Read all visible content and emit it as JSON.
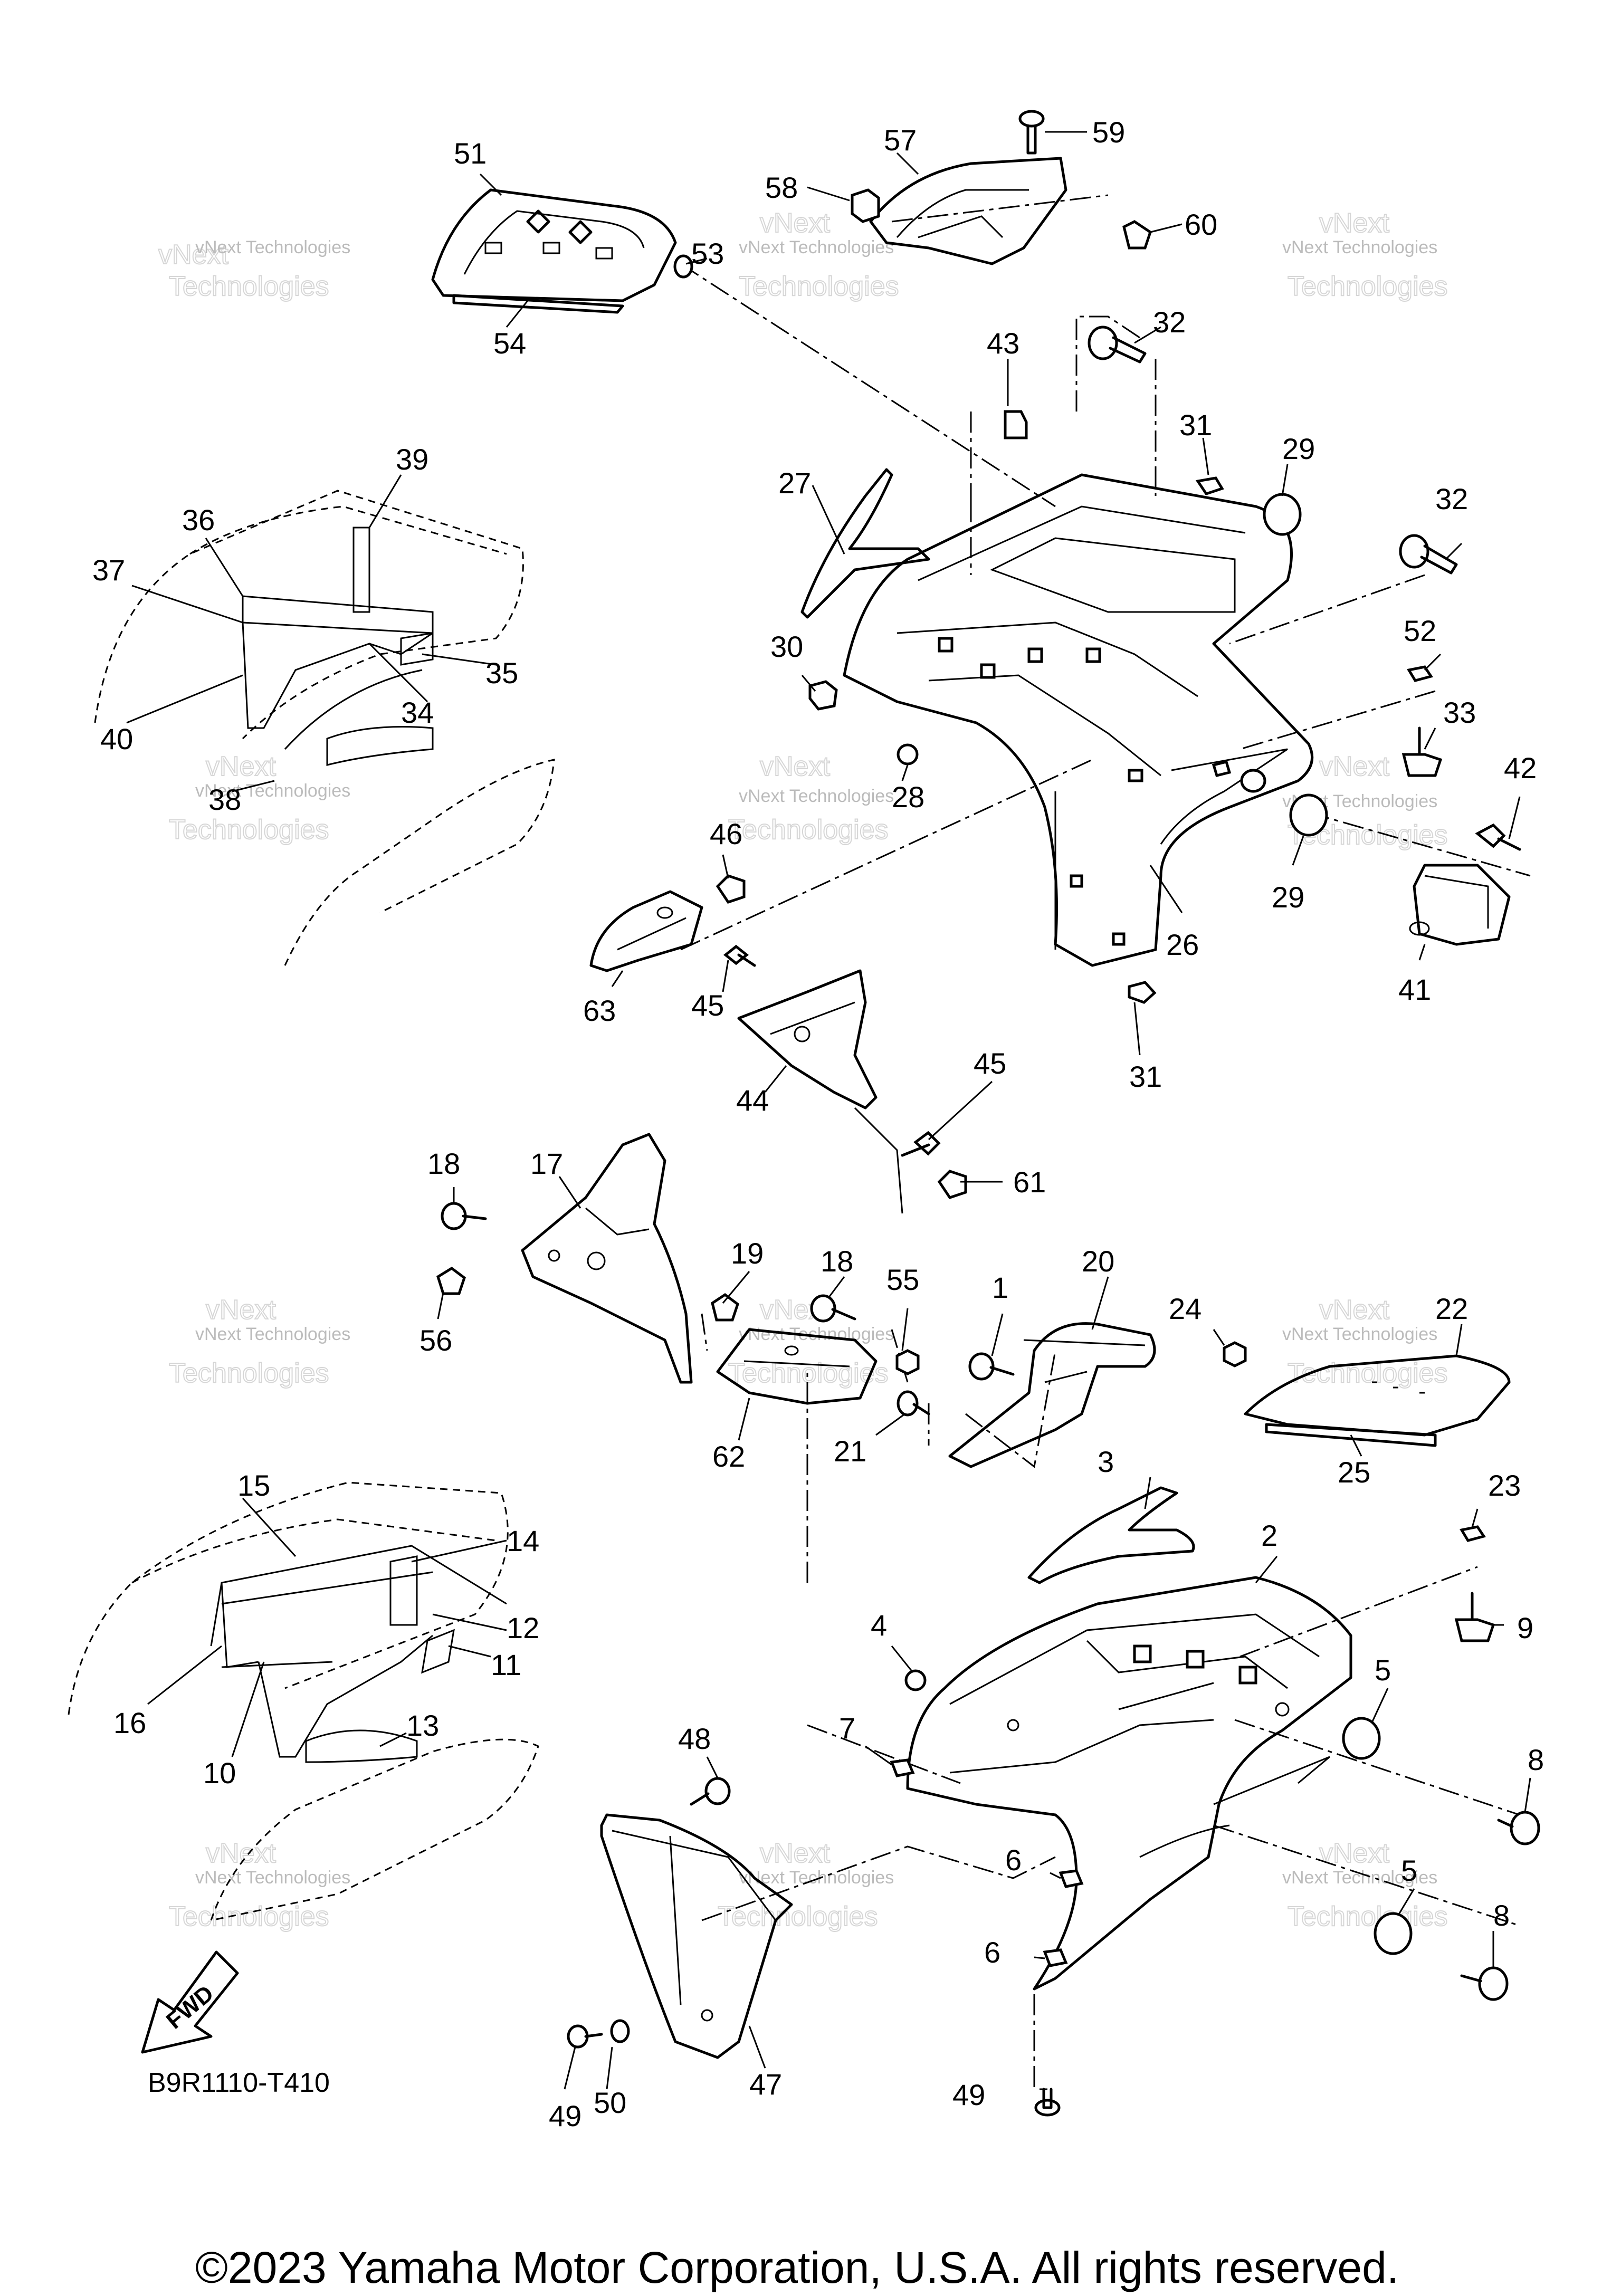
{
  "diagram": {
    "code": "B9R1110-T410",
    "fwd_label": "FWD",
    "watermark_line1": "vNext Technologies",
    "watermark_line2": "vNext",
    "watermark_line3": "Technologies",
    "copyright": "©2023 Yamaha Motor Corporation, U.S.A. All rights reserved.",
    "callouts": {
      "c1": "1",
      "c2": "2",
      "c3": "3",
      "c4": "4",
      "c5a": "5",
      "c5b": "5",
      "c6a": "6",
      "c6b": "6",
      "c7": "7",
      "c8a": "8",
      "c8b": "8",
      "c9": "9",
      "c10": "10",
      "c11": "11",
      "c12": "12",
      "c13": "13",
      "c14": "14",
      "c15": "15",
      "c16": "16",
      "c17": "17",
      "c18a": "18",
      "c18b": "18",
      "c19": "19",
      "c20": "20",
      "c21": "21",
      "c22": "22",
      "c23": "23",
      "c24": "24",
      "c25": "25",
      "c26": "26",
      "c27": "27",
      "c28": "28",
      "c29a": "29",
      "c29b": "29",
      "c30": "30",
      "c31a": "31",
      "c31b": "31",
      "c32a": "32",
      "c32b": "32",
      "c33": "33",
      "c34": "34",
      "c35": "35",
      "c36": "36",
      "c37": "37",
      "c38": "38",
      "c39": "39",
      "c40": "40",
      "c41": "41",
      "c42": "42",
      "c43": "43",
      "c44": "44",
      "c45a": "45",
      "c45b": "45",
      "c46": "46",
      "c47": "47",
      "c48": "48",
      "c49a": "49",
      "c49b": "49",
      "c50": "50",
      "c51": "51",
      "c52": "52",
      "c53": "53",
      "c54": "54",
      "c55": "55",
      "c56": "56",
      "c57": "57",
      "c58": "58",
      "c59": "59",
      "c60": "60",
      "c61": "61",
      "c62": "62",
      "c63": "63"
    }
  }
}
